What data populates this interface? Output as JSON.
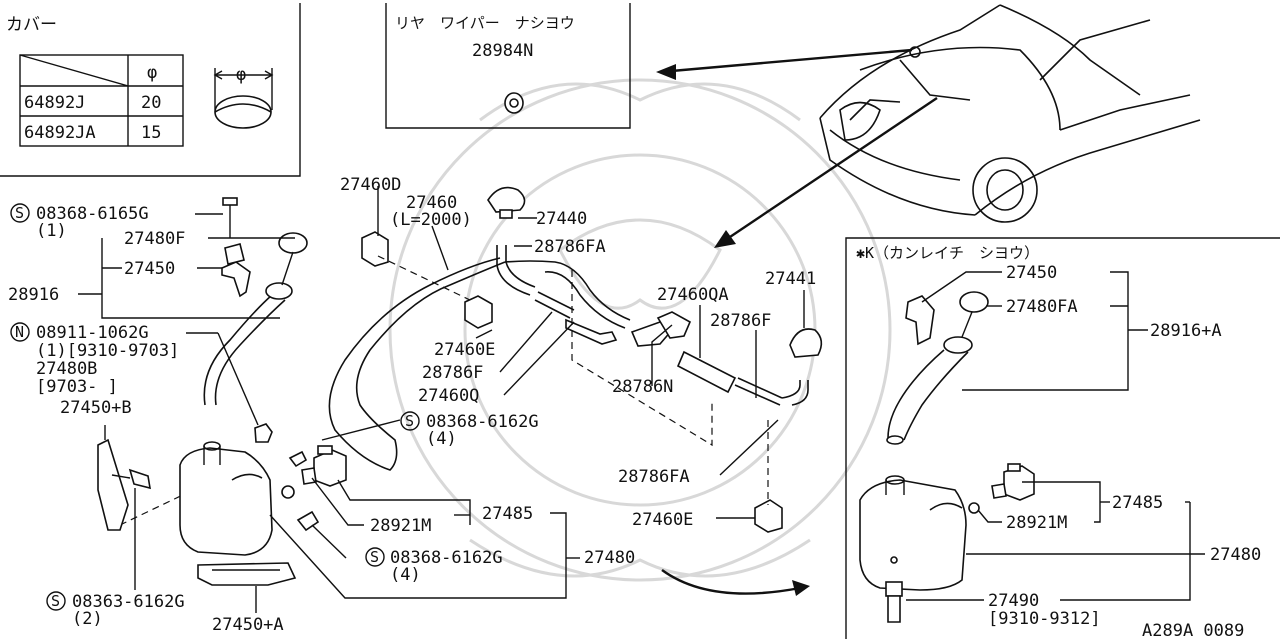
{
  "cover_box": {
    "title": "カバー",
    "table": {
      "header_symbol": "φ",
      "rows": [
        {
          "part": "64892J",
          "value": "20"
        },
        {
          "part": "64892JA",
          "value": "15"
        }
      ]
    },
    "dimension_label": "φ"
  },
  "rear_wiper_box": {
    "title": "リヤ　ワイパー　ナシヨウ",
    "part": "28984N"
  },
  "cold_spec_box": {
    "title": "✱K（カンレイチ　シヨウ）"
  },
  "labels": {
    "p1": "27460D",
    "p2": "27460",
    "p3": "(L=2000)",
    "p4": "27440",
    "p5": "28786FA",
    "p6": "27460QA",
    "p7": "27441",
    "p8": "28786F",
    "p9": "27460E",
    "p10": "28786F",
    "p11": "27460Q",
    "p12": "28786N",
    "p13": "08368-6162G",
    "p14": "(4)",
    "p15": "28786FA",
    "p16": "27460E",
    "p17": "28921M",
    "p18": "27485",
    "p19": "08368-6162G",
    "p20": "(4)",
    "p21": "27480",
    "p22": "08368-6165G",
    "p23": "(1)",
    "p24": "27480F",
    "p25": "27450",
    "p26": "28916",
    "p27": "08911-1062G",
    "p28": "(1)[9310-9703]",
    "p29": "27480B",
    "p30": "[9703-     ]",
    "p31": "27450+B",
    "p32": "08363-6162G",
    "p33": "(2)",
    "p34": "27450+A",
    "k1": "27450",
    "k2": "27480FA",
    "k3": "28916+A",
    "k4": "27485",
    "k5": "28921M",
    "k6": "27480",
    "k7": "27490",
    "k8": "[9310-9312]",
    "ref": "A289A 0089"
  },
  "symbols": {
    "s1": "S",
    "s2": "N",
    "s3": "S",
    "s4": "S",
    "s5": "S"
  }
}
